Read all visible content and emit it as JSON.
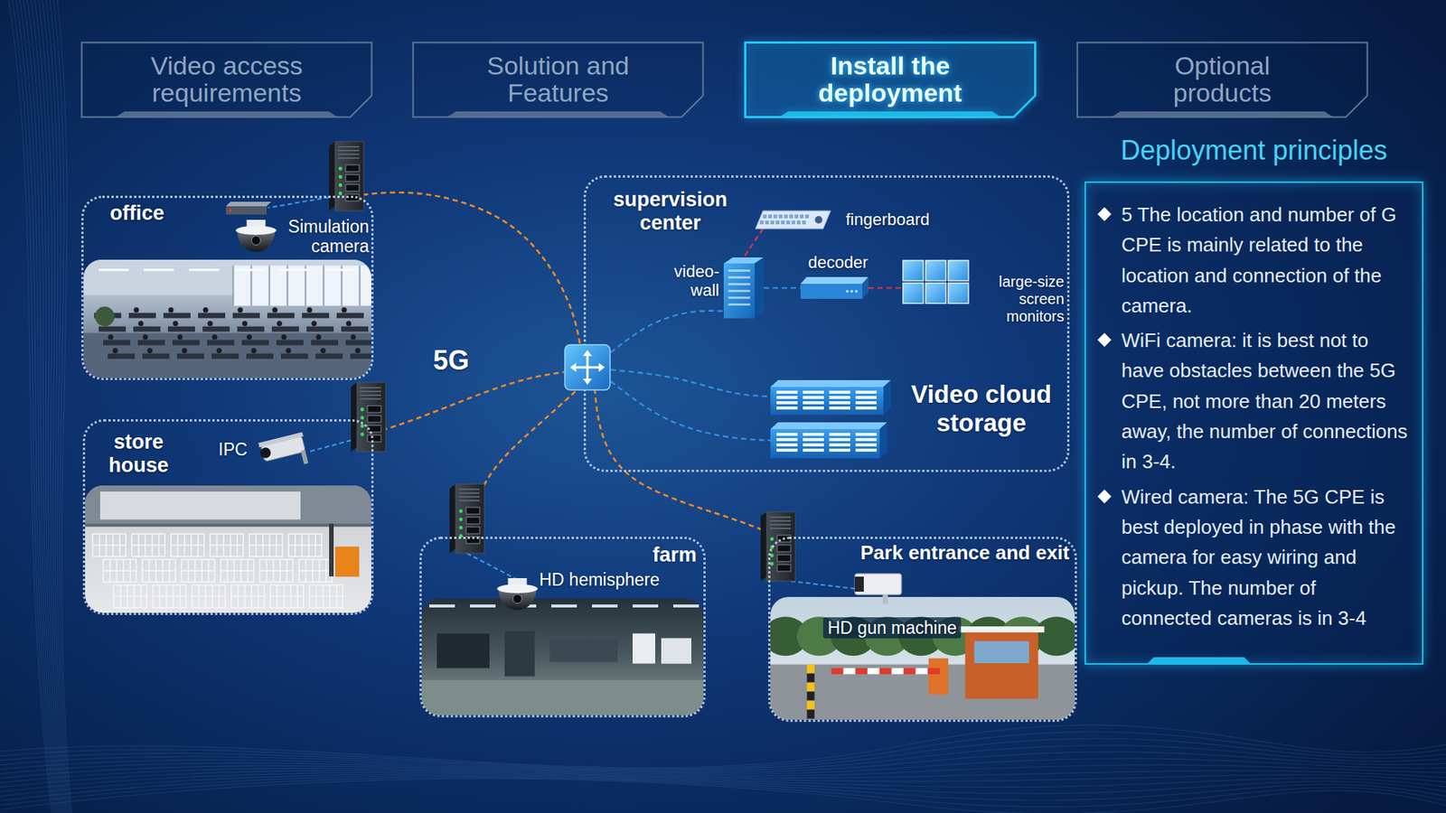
{
  "diagram": {
    "nodes": [
      {
        "text": [
          "Video access requirements"
        ]
      },
      {
        "text": [
          "Solution and Features"
        ]
      },
      {
        "text": [
          "Install the deployment"
        ]
      },
      {
        "text": [
          "Optional products"
        ]
      },
      {
        "text": [
          "office"
        ]
      },
      {
        "text": [
          "supervision center"
        ]
      },
      {
        "text": [
          "fingerboard"
        ],
        "in": 5
      },
      {
        "text": [
          "video-wall"
        ],
        "in": 5
      },
      {
        "text": [
          "decoder"
        ],
        "in": 5
      },
      {
        "text": [
          "large-size screen monitors"
        ],
        "in": 5
      },
      {
        "text": [
          "Video cloud storage"
        ],
        "in": 5
      },
      {
        "text": [
          "5G"
        ]
      },
      {
        "text": [
          "store house"
        ]
      },
      {
        "text": [
          "farm"
        ]
      },
      {
        "text": [
          "Park entrance and exit"
        ]
      },
      {
        "text": [
          "Deployment principles",
          "5 The location and number of G CPE is mainly related to the location and connection of the camera.",
          "WiFi camera: it is best not to have obstacles between the 5G CPE, not more than 20 meters away, the number of connections in 3-4.",
          "Wired camera: The 5G CPE is best deployed in phase with the camera for easy wiring and pickup. The number of connected cameras is in 3-4"
        ]
      }
    ],
    "edges": [
      {
        "from": 4,
        "to": 11,
        "arrow": "none"
      },
      {
        "from": 12,
        "to": 11,
        "arrow": "none"
      },
      {
        "from": 13,
        "to": 11,
        "arrow": "none"
      },
      {
        "from": 14,
        "to": 11,
        "arrow": "none"
      },
      {
        "from": 11,
        "to": 7,
        "arrow": "none"
      },
      {
        "from": 11,
        "to": 10,
        "arrow": "none"
      },
      {
        "from": 11,
        "to": 10,
        "arrow": "none"
      },
      {
        "from": 6,
        "to": 7,
        "arrow": "none"
      },
      {
        "from": 7,
        "to": 8,
        "arrow": "none"
      },
      {
        "from": 8,
        "to": 9,
        "arrow": "none"
      }
    ],
    "labels": [
      "Simulation camera",
      "IPC",
      "HD hemisphere",
      "HD gun machine"
    ]
  }
}
